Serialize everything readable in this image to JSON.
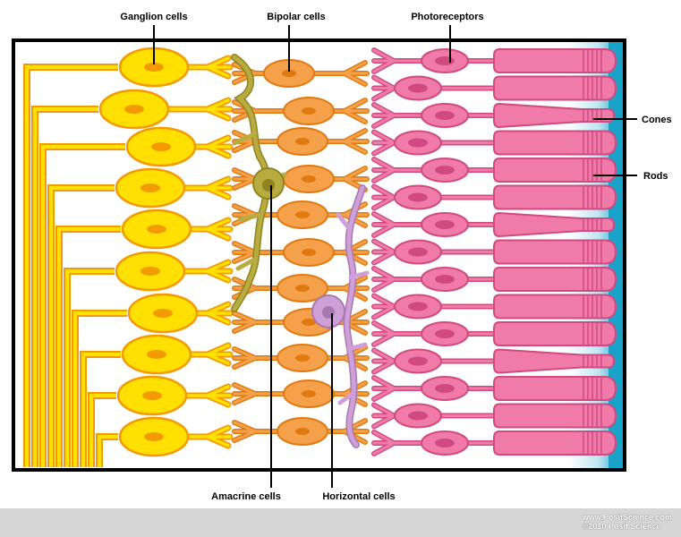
{
  "labels": {
    "ganglion": "Ganglion cells",
    "bipolar": "Bipolar cells",
    "photoreceptors": "Photoreceptors",
    "cones": "Cones",
    "rods": "Rods",
    "amacrine": "Amacrine cells",
    "horizontal": "Horizontal cells"
  },
  "watermark": {
    "url": "www.PositScience.com",
    "copyright": "©2010 Posit Science"
  },
  "colors": {
    "ganglion_fill": "#ffe000",
    "ganglion_stroke": "#f39a00",
    "bipolar_fill": "#f5a04a",
    "bipolar_stroke": "#e07a10",
    "photoreceptor_fill": "#f07aa8",
    "photoreceptor_stroke": "#d04a80",
    "amacrine": "#b8ac40",
    "horizontal": "#cfa0d8",
    "pigment": "#1aa3c9"
  }
}
